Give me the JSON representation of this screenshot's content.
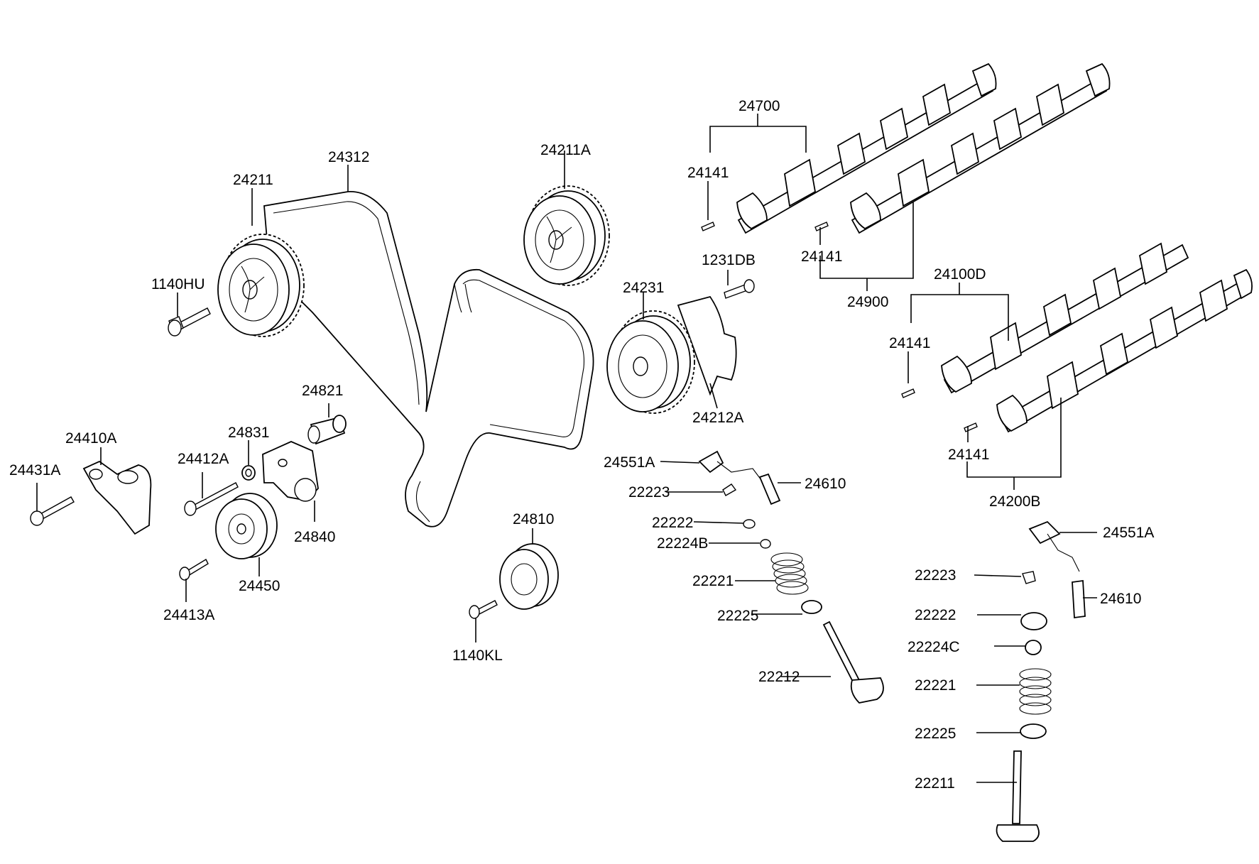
{
  "diagram": {
    "labels": {
      "belt": "24312",
      "sprocket_left": "24211",
      "sprocket_right": "24211A",
      "bolt_1140HU": "1140HU",
      "bolt_1231DB": "1231DB",
      "camshaft_sprocket": "24231",
      "plate_24212A": "24212A",
      "camshaft_assy_top": "24700",
      "pin_top_left": "24141",
      "pin_top_mid": "24141",
      "camshaft_assy_24900": "24900",
      "camshaft_assy_24100D": "24100D",
      "pin_mid_left": "24141",
      "pin_mid_right": "24141",
      "camshaft_assy_24200B": "24200B",
      "bushing_24821": "24821",
      "nut_24831": "24831",
      "tensioner_24410A": "24410A",
      "bolt_24431A": "24431A",
      "bolt_24412A": "24412A",
      "bracket_24840": "24840",
      "pulley_24450": "24450",
      "bolt_24413A": "24413A",
      "idler_24810": "24810",
      "bolt_1140KL": "1140KL",
      "adjuster_left": "24551A",
      "lifter_left": "24610",
      "cotter_left": "22223",
      "retainer_left": "22222",
      "seal_left": "22224B",
      "spring_left": "22221",
      "seat_left": "22225",
      "valve_exhaust": "22212",
      "adjuster_right": "24551A",
      "cotter_right": "22223",
      "lifter_right": "24610",
      "retainer_right": "22222",
      "seal_right": "22224C",
      "spring_right": "22221",
      "seat_right": "22225",
      "valve_intake": "22211"
    }
  }
}
